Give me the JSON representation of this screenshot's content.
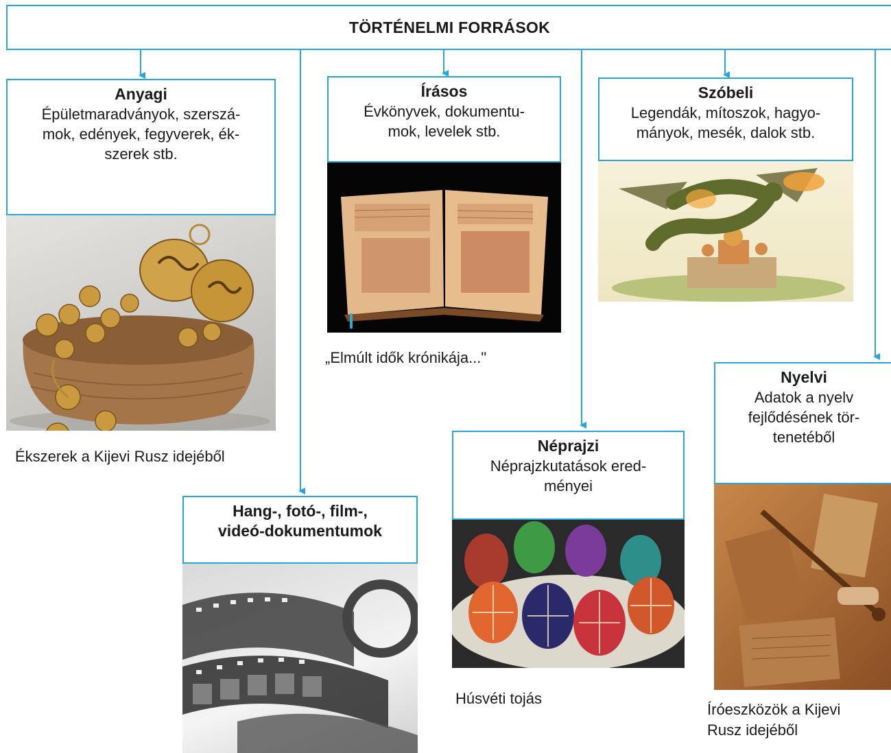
{
  "title": "TÖRTÉNELMI FORRÁSOK",
  "sources": {
    "anyagi": {
      "name": "Anyagi",
      "desc": "Épületmaradványok, szerszá-\nmok, edények, fegyverek, ék-\nszerek stb.",
      "caption": "Ékszerek a Kijevi Rusz idejéből",
      "image_icon": "jewelry-pot-photo"
    },
    "irasos": {
      "name": "Írásos",
      "desc": "Évkönyvek, dokumentu-\nmok, levelek stb.",
      "caption": "„Elmúlt idők krónikája...\"",
      "image_icon": "chronicle-book-photo"
    },
    "szobeli": {
      "name": "Szóbeli",
      "desc": "Legendák, mítoszok, hagyo-\nmányok, mesék, dalok stb.",
      "image_icon": "dragon-illustration"
    },
    "neprajzi": {
      "name": "Néprajzi",
      "desc": "Néprajzkutatások ered-\nményei",
      "caption": "Húsvéti tojás",
      "image_icon": "easter-eggs-photo"
    },
    "nyelvi": {
      "name": "Nyelvi",
      "desc": "Adatok a nyelv\nfejlődésének tör-\ntenetéből",
      "caption": "Íróeszközök a Kijevi\nRusz idejéből",
      "image_icon": "writing-tools-photo"
    },
    "hang": {
      "name": "Hang-, fotó-, film-,\nvideó-dokumentumok",
      "image_icon": "film-reel-photo"
    }
  },
  "colors": {
    "accent": "#29a6d9"
  }
}
